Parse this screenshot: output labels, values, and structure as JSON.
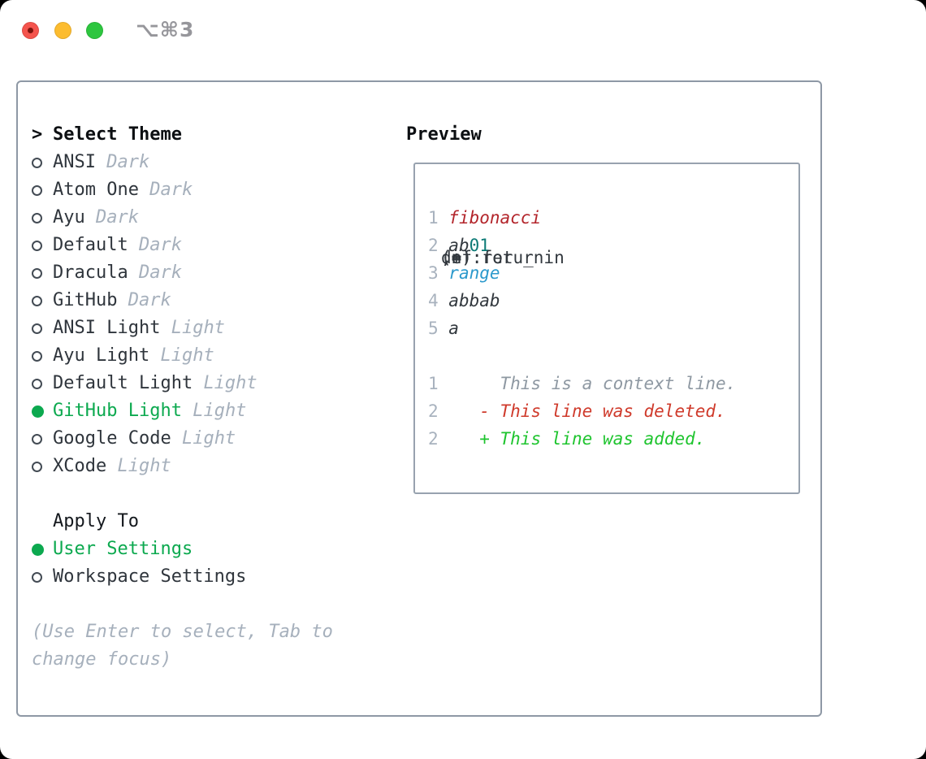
{
  "titlebar": {
    "shortcut": "⌥⌘3"
  },
  "colors": {
    "accent_green": "#0ca94f",
    "diff_added": "#1ec42e",
    "diff_deleted": "#cf3a2b",
    "diff_context": "#8e98a2",
    "syntax_function": "#b3252b",
    "syntax_number": "#0c7a76",
    "syntax_builtin": "#2b99cc",
    "muted_gray": "#a6b0bc",
    "panel_border": "#8e98a5",
    "traffic_red": "#f4544d",
    "traffic_yellow": "#fcbc2f",
    "traffic_green": "#2dc63f"
  },
  "theme_panel": {
    "cursor": ">",
    "title": "Select Theme",
    "items": [
      {
        "name": "ANSI",
        "variant": "Dark",
        "selected": false
      },
      {
        "name": "Atom One",
        "variant": "Dark",
        "selected": false
      },
      {
        "name": "Ayu",
        "variant": "Dark",
        "selected": false
      },
      {
        "name": "Default",
        "variant": "Dark",
        "selected": false
      },
      {
        "name": "Dracula",
        "variant": "Dark",
        "selected": false
      },
      {
        "name": "GitHub",
        "variant": "Dark",
        "selected": false
      },
      {
        "name": "ANSI Light",
        "variant": "Light",
        "selected": false
      },
      {
        "name": "Ayu Light",
        "variant": "Light",
        "selected": false
      },
      {
        "name": "Default Light",
        "variant": "Light",
        "selected": false
      },
      {
        "name": "GitHub Light",
        "variant": "Light",
        "selected": true
      },
      {
        "name": "Google Code",
        "variant": "Light",
        "selected": false
      },
      {
        "name": "XCode",
        "variant": "Light",
        "selected": false
      }
    ],
    "apply_to": {
      "title": "Apply To",
      "options": [
        {
          "label": "User Settings",
          "selected": true
        },
        {
          "label": "Workspace Settings",
          "selected": false
        }
      ]
    },
    "help_lines": [
      "(Use Enter to select, Tab to",
      "change focus)"
    ]
  },
  "preview": {
    "title": "Preview",
    "lines": [
      {
        "no": "1",
        "segs": [
          [
            "code",
            "def "
          ],
          [
            "func",
            "fibonacci"
          ],
          [
            "code",
            "(n):"
          ]
        ]
      },
      {
        "no": "2",
        "segs": [
          [
            "code",
            "    "
          ],
          [
            "var",
            "a"
          ],
          [
            "code",
            ", "
          ],
          [
            "var",
            "b"
          ],
          [
            "code",
            " = "
          ],
          [
            "num",
            "0"
          ],
          [
            "code",
            ", "
          ],
          [
            "num",
            "1"
          ]
        ]
      },
      {
        "no": "3",
        "segs": [
          [
            "code",
            "    for _ in "
          ],
          [
            "builtin",
            "range"
          ],
          [
            "code",
            "(n):"
          ]
        ]
      },
      {
        "no": "4",
        "segs": [
          [
            "code",
            "        "
          ],
          [
            "var",
            "a"
          ],
          [
            "code",
            ", "
          ],
          [
            "var",
            "b"
          ],
          [
            "code",
            " = "
          ],
          [
            "var",
            "b"
          ],
          [
            "code",
            ", "
          ],
          [
            "var",
            "a"
          ],
          [
            "code",
            " + "
          ],
          [
            "var",
            "b"
          ]
        ]
      },
      {
        "no": "5",
        "segs": [
          [
            "code",
            "    return "
          ],
          [
            "var",
            "a"
          ]
        ]
      },
      {
        "no": "",
        "segs": []
      },
      {
        "no": "1",
        "segs": [
          [
            "ctx",
            "     This is a context line."
          ]
        ]
      },
      {
        "no": "2",
        "segs": [
          [
            "del",
            "   - This line was deleted."
          ]
        ]
      },
      {
        "no": "2",
        "segs": [
          [
            "add",
            "   + This line was added."
          ]
        ]
      }
    ]
  }
}
